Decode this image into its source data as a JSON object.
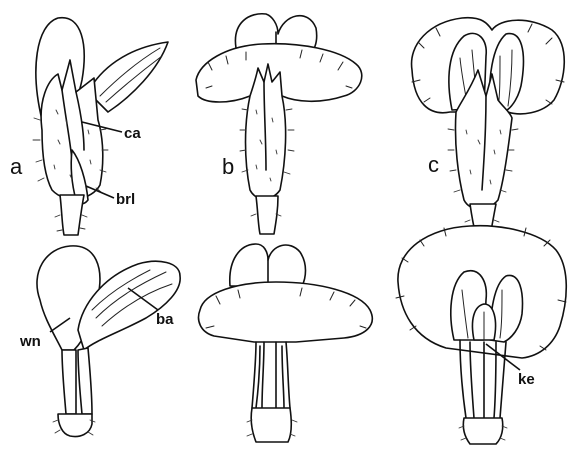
{
  "figure": {
    "panel_letters": {
      "a": "a",
      "b": "b",
      "c": "c"
    },
    "labels": {
      "ca": "ca",
      "brl": "brl",
      "wn": "wn",
      "ba": "ba",
      "ke": "ke"
    },
    "ink_color": "#111111",
    "background": "#ffffff"
  }
}
